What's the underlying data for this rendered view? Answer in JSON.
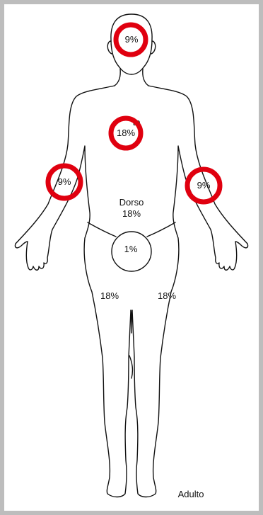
{
  "labels": {
    "head": "9%",
    "chest_partial": "te",
    "chest": "18%",
    "arm_left": "9%",
    "arm_right": "9%",
    "back_title": "Dorso",
    "back_pct": "18%",
    "genital": "1%",
    "leg_left": "18%",
    "leg_right": "18%",
    "caption": "Adulto"
  },
  "colors": {
    "highlight_ring": "#e0000f",
    "outline": "#111111",
    "background": "#ffffff",
    "frame": "#bdbdbd"
  }
}
